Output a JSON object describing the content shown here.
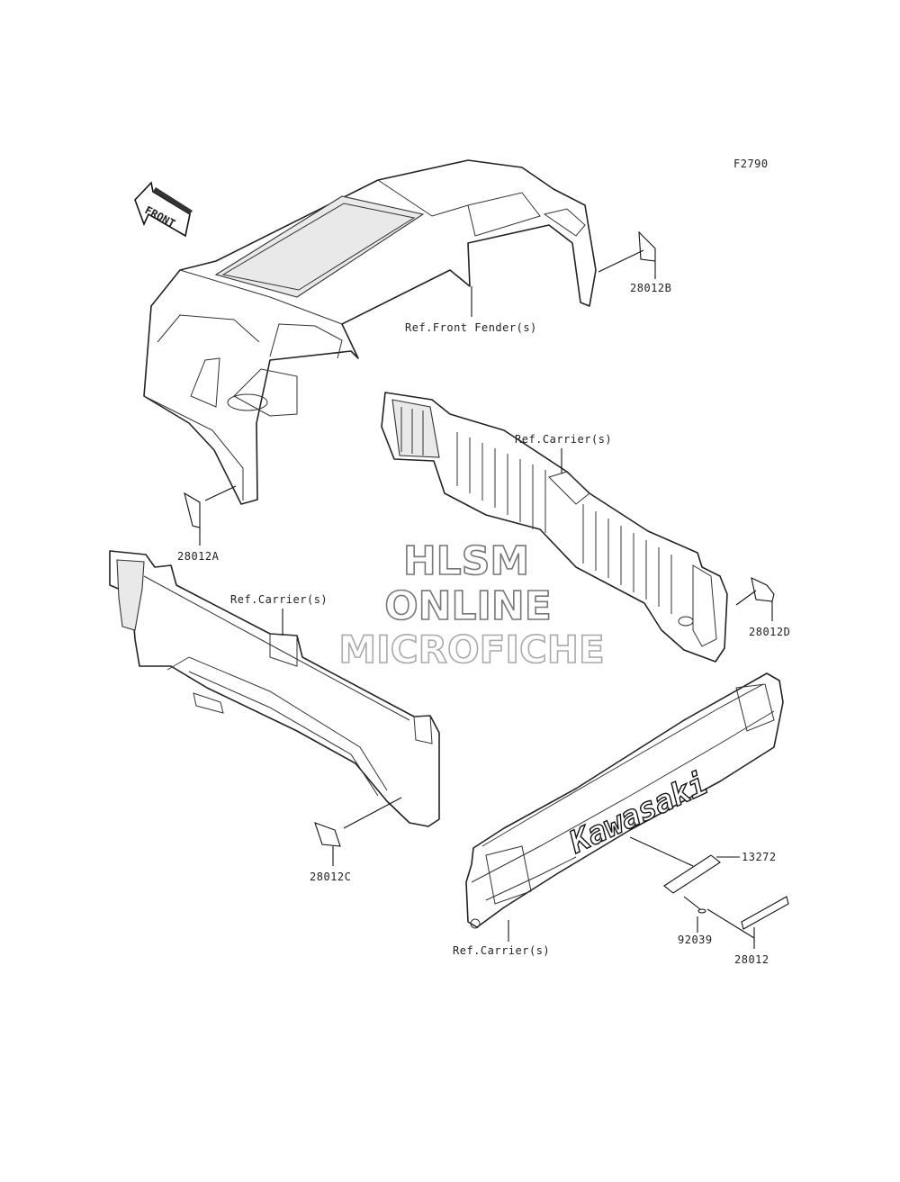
{
  "figure_code": "F2790",
  "front_arrow": {
    "label": "FRONT",
    "icon": "front-direction-arrow-icon"
  },
  "watermark": {
    "line1": "HLSM",
    "line2": "ONLINE",
    "line3": "MICROFICHE"
  },
  "brand_logo_text": "Kawasaki",
  "callouts": {
    "part_28012B": "28012B",
    "ref_front_fender": "Ref.Front Fender(s)",
    "part_28012A": "28012A",
    "ref_carrier_upper": "Ref.Carrier(s)",
    "part_28012D": "28012D",
    "ref_carrier_left": "Ref.Carrier(s)",
    "part_28012C": "28012C",
    "part_13272": "13272",
    "part_92039": "92039",
    "part_28012": "28012",
    "ref_carrier_lower": "Ref.Carrier(s)"
  }
}
